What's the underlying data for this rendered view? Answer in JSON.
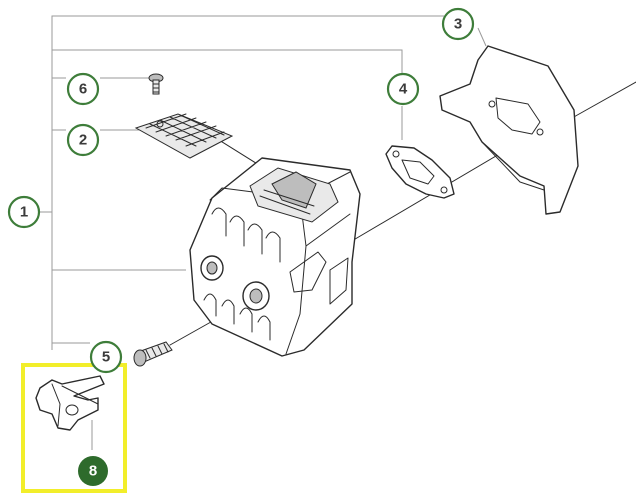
{
  "diagram": {
    "callouts": [
      {
        "id": "1",
        "label": "1"
      },
      {
        "id": "2",
        "label": "2"
      },
      {
        "id": "3",
        "label": "3"
      },
      {
        "id": "4",
        "label": "4"
      },
      {
        "id": "5",
        "label": "5"
      },
      {
        "id": "6",
        "label": "6"
      },
      {
        "id": "8",
        "label": "8"
      }
    ],
    "colors": {
      "callout_ring": "#3e7d3a",
      "callout_solid": "#2e6b2c",
      "highlight": "#f2ee2a",
      "line": "#2b2b2b",
      "leader": "#9a9a9a"
    },
    "highlighted_callout": "8"
  }
}
